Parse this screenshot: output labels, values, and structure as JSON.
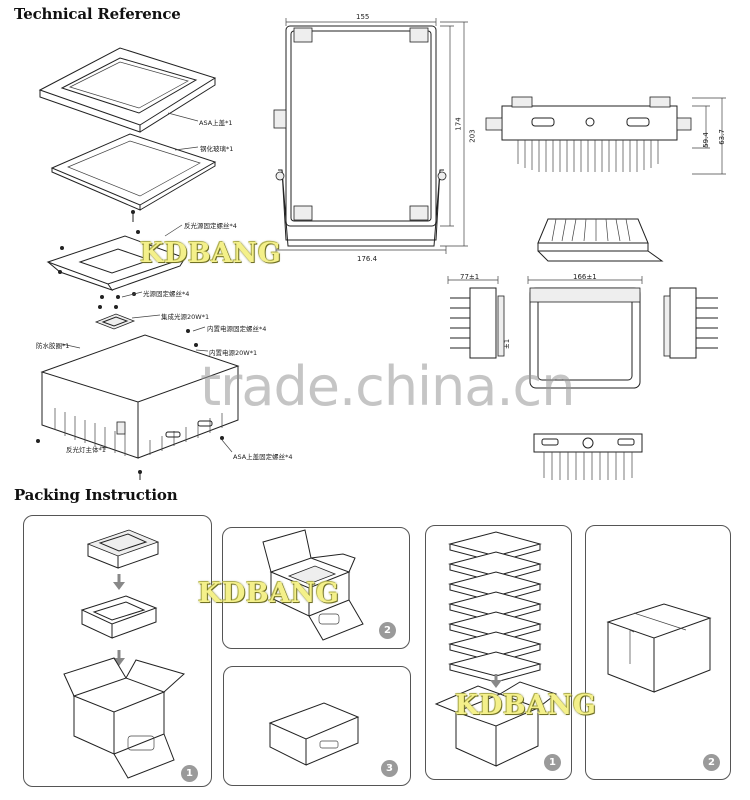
{
  "technical": {
    "title": "Technical Reference",
    "parts": [
      "ASA上盖*1",
      "钢化玻璃*1",
      "反光源固定螺丝*4",
      "光源固定螺丝*4",
      "集成光源20W*1",
      "内置电源固定螺丝*4",
      "防水胶圈*1",
      "内置电源20W*1",
      "反光灯主体*1",
      "ASA上盖固定螺丝*4"
    ],
    "dimensions": {
      "top_width": "155",
      "height_inner": "174",
      "height_outer": "203",
      "bottom_width": "176.4",
      "side_a": "59.4",
      "side_b": "63.7",
      "depth": "77±1",
      "width_front": "166±1",
      "side_small": "±1"
    }
  },
  "packing": {
    "title": "Packing Instruction",
    "steps": [
      "1",
      "2",
      "3",
      "1",
      "2"
    ]
  },
  "watermarks": {
    "logo": "KDBANG",
    "site": "trade.china.cn"
  }
}
